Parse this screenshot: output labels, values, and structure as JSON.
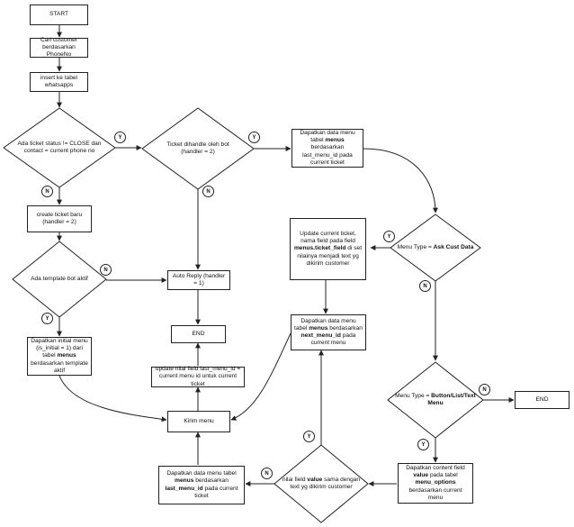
{
  "nodes": {
    "start": "START",
    "cari_customer": "Cari customer berdasarkan PhoneNo",
    "insert_whatsapps": "insert ke tabel whatsapps",
    "ada_ticket": "Ada ticket status != CLOSE dan contact = current phone no",
    "create_ticket": "create ticket baru (handler = 2)",
    "ada_template": "Ada template bot aktif",
    "initial_menu": {
      "pre": "Dapatkan initial menu (is_initial = 1) dari tabel ",
      "bold": "menus",
      "post": " berdasarkan template aktif"
    },
    "kirim_menu": "Kirim menu",
    "ticket_dihandle": "Ticket dihandle oleh bot (handler = 2)",
    "auto_reply": "Auto Reply (handler = 1)",
    "end_top": "END",
    "update_last_menu": "update nilai field last_menu_id = current menu id untuk current ticket",
    "data_menu_last": {
      "pre": "Dapatkan data menu tabel ",
      "bold": "menus",
      "post": " berdasarkan last_menu_id pada current ticket"
    },
    "menu_type_ask": {
      "pre": "Menu Type = ",
      "bold": "Ask Cust Data",
      "post": ""
    },
    "update_current_ticket": {
      "pre": "Update current ticket, nama field pada field ",
      "bold": "menus.ticket_field",
      "post": " di set nilainya menjadi text yg dikirim customer"
    },
    "data_menu_next": {
      "pre": "Dapatkan data menu tabel ",
      "bold": "menus",
      "mid": " berdasarkan ",
      "bold2": "next_menu_id",
      "post": " pada current menu"
    },
    "menu_type_button": {
      "pre": "Menu Type = ",
      "bold": "Button/List/Text Menu",
      "post": ""
    },
    "end_right": "END",
    "content_field": {
      "pre": "Dapatkan content field ",
      "bold": "value",
      "mid": " pada tabel ",
      "bold2": "menu_options",
      "post": " berdasarkan current menu"
    },
    "nilai_field": {
      "pre": "nilai field ",
      "bold": "value",
      "post": " sama dengan text yg dikirim customer"
    },
    "data_menu_last2": {
      "pre": "Dapatkan data menu tabel ",
      "bold": "menus",
      "mid": " berdasarkan ",
      "bold2": "last_menu_id",
      "post": " pada current ticket"
    }
  },
  "labels": {
    "yes": "Y",
    "no": "N"
  }
}
